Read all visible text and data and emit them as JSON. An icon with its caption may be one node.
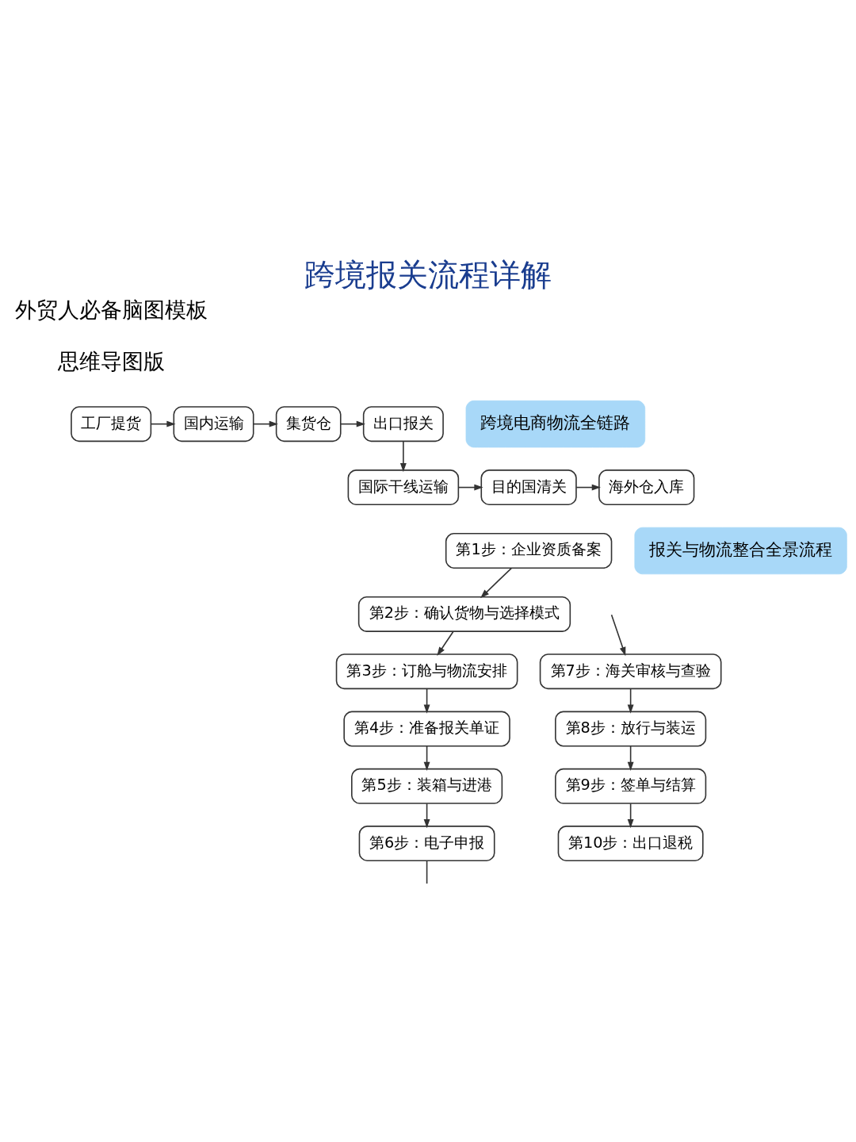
{
  "diagram": {
    "title": "跨境报关流程详解",
    "nodes": [
      {
        "text": [
          "跨境电商物流全链路"
        ]
      },
      {
        "text": [
          "工厂提货"
        ]
      },
      {
        "text": [
          "国内运输"
        ]
      },
      {
        "text": [
          "集货仓"
        ]
      },
      {
        "text": [
          "出口报关"
        ]
      },
      {
        "text": [
          "国际干线运输"
        ]
      },
      {
        "text": [
          "目的国清关"
        ]
      },
      {
        "text": [
          "海外仓入库"
        ]
      },
      {
        "text": [
          "报关与物流整合全景流程"
        ]
      },
      {
        "text": [
          "第1步：企业资质备案"
        ]
      },
      {
        "text": [
          "第2步：确认货物与选择模式"
        ]
      },
      {
        "text": [
          "第3步：订舱与物流安排"
        ]
      },
      {
        "text": [
          "第4步：准备报关单证"
        ]
      },
      {
        "text": [
          "第5步：装箱与进港"
        ]
      },
      {
        "text": [
          "第6步：电子申报"
        ]
      },
      {
        "text": [
          "第7步：海关审核与查验"
        ]
      },
      {
        "text": [
          "第8步：放行与装运"
        ]
      },
      {
        "text": [
          "第9步：签单与结算"
        ]
      },
      {
        "text": [
          "第10步：出口退税"
        ]
      }
    ],
    "edges": [
      {
        "from": 1,
        "to": 2,
        "arrow": "to"
      },
      {
        "from": 2,
        "to": 3,
        "arrow": "to"
      },
      {
        "from": 3,
        "to": 4,
        "arrow": "to"
      },
      {
        "from": 4,
        "to": 5,
        "arrow": "to"
      },
      {
        "from": 5,
        "to": 6,
        "arrow": "to"
      },
      {
        "from": 6,
        "to": 7,
        "arrow": "to"
      },
      {
        "from": 9,
        "to": 10,
        "arrow": "to"
      },
      {
        "from": 10,
        "to": 11,
        "arrow": "to"
      },
      {
        "from": 11,
        "to": 12,
        "arrow": "to"
      },
      {
        "from": 12,
        "to": 13,
        "arrow": "to"
      },
      {
        "from": 13,
        "to": 14,
        "arrow": "to"
      },
      {
        "from": 14,
        "to": null,
        "arrow": "none"
      },
      {
        "from": null,
        "to": 15,
        "arrow": "to"
      },
      {
        "from": 15,
        "to": 16,
        "arrow": "to"
      },
      {
        "from": 16,
        "to": 17,
        "arrow": "to"
      },
      {
        "from": 17,
        "to": 18,
        "arrow": "to"
      }
    ],
    "labels": [
      "外贸人必备脑图模板",
      "思维导图版"
    ]
  }
}
